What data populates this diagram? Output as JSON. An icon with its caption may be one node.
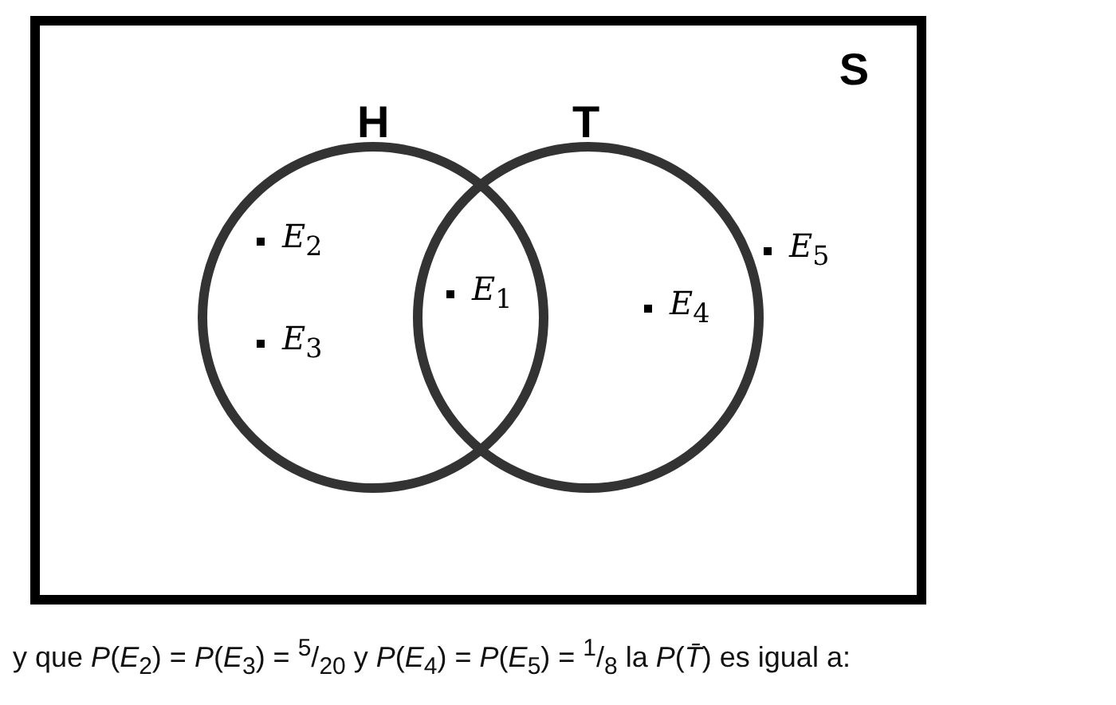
{
  "diagram": {
    "caption": "y que *P*(*E*$_{2}$) = *P*(*E*$_{3}$) = $^{5}$/$_{20}$ y *P*(*E*$_{4}$) = *P*(*E*$_{5}$) = $^{1}$/$_{8}$ la *P*(*T̄*) es igual a:",
    "nodes": [
      {
        "text": [
          "S"
        ]
      },
      {
        "text": [
          "H"
        ],
        "in": 0
      },
      {
        "text": [
          "T"
        ],
        "in": 0
      }
    ],
    "labels": [
      "*E*$_{2}$",
      "*E*$_{5}$",
      "*E*$_{1}$",
      "*E*$_{4}$",
      "*E*$_{3}$"
    ]
  }
}
